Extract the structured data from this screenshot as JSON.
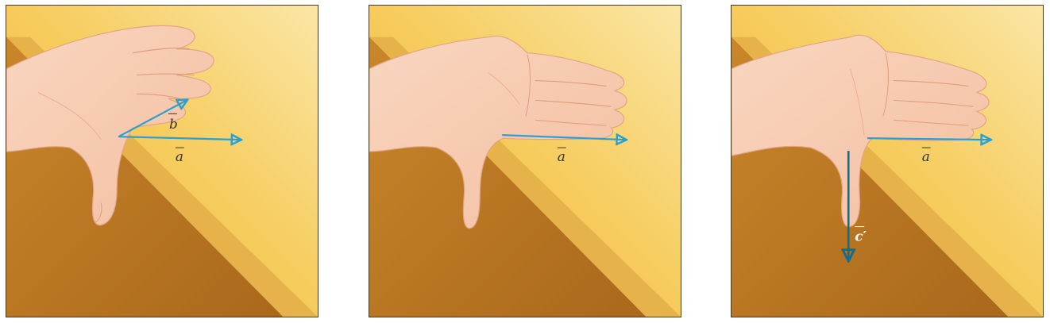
{
  "panels": [
    {
      "id": "panel-1",
      "vectors": [
        {
          "label": "a",
          "color": "#2aa0d2"
        },
        {
          "label": "b",
          "color": "#2aa0d2"
        }
      ]
    },
    {
      "id": "panel-2",
      "vectors": [
        {
          "label": "a",
          "color": "#2aa0d2"
        }
      ]
    },
    {
      "id": "panel-3",
      "vectors": [
        {
          "label": "a",
          "color": "#2aa0d2"
        },
        {
          "label": "c′",
          "color": "#0e6e8f"
        }
      ]
    }
  ],
  "colors": {
    "background_light": "#fbe29a",
    "background_mid": "#f3c24e",
    "shadow_dark": "#b8731f",
    "shadow_mid": "#d79a35",
    "skin": "#f7c8ae",
    "skin_line": "#e6a88a",
    "vector_blue": "#2aa0d2",
    "vector_dark": "#0e6e8f"
  }
}
